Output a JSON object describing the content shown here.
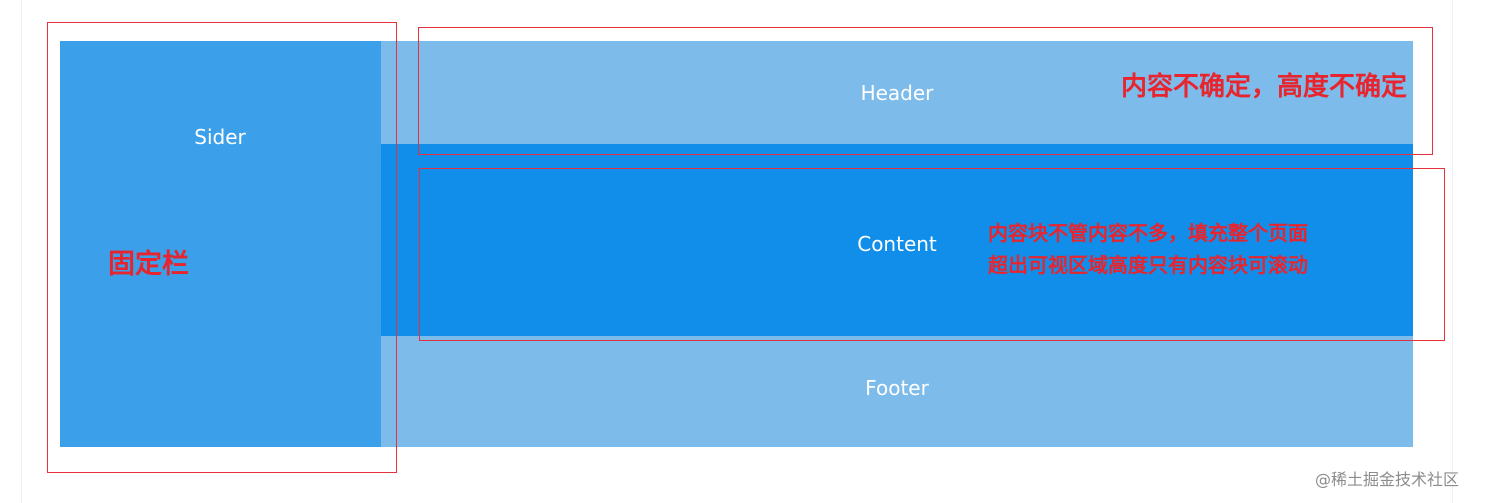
{
  "blocks": {
    "sider": "Sider",
    "header": "Header",
    "content": "Content",
    "footer": "Footer"
  },
  "annotations": {
    "fixed_bar": "固定栏",
    "header_note": "内容不确定，高度不确定",
    "content_note_line1": "内容块不管内容不多，填充整个页面",
    "content_note_line2": "超出可视区域高度只有内容块可滚动"
  },
  "watermark": "@稀土掘金技术社区",
  "colors": {
    "sider": "#3ba0e9",
    "header_footer": "#7dbcea",
    "content": "#108ee9",
    "annotation": "#e8242e"
  }
}
